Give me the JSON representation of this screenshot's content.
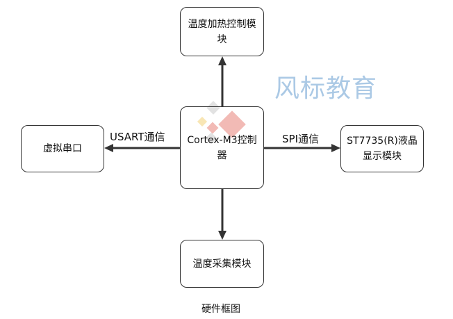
{
  "nodes": {
    "heater": "温度加热控制模块",
    "serial": "虚拟串口",
    "cpu": "Cortex-M3控制器",
    "lcd": "ST7735(R)液晶显示模块",
    "sensor": "温度采集模块"
  },
  "edges": {
    "usart": "USART通信",
    "spi": "SPI通信"
  },
  "caption": "硬件框图",
  "watermark": "风标教育"
}
